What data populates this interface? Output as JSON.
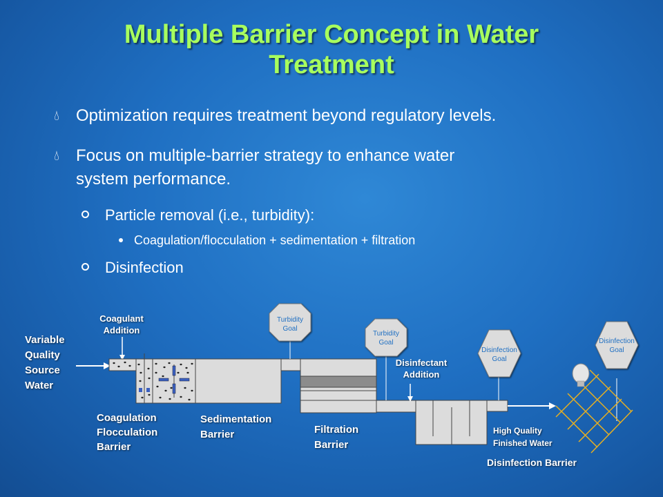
{
  "slide": {
    "title_line1": "Multiple Barrier Concept in Water",
    "title_line2": "Treatment",
    "bullets": [
      "Optimization requires treatment beyond regulatory levels.",
      "Focus on multiple-barrier strategy to enhance water",
      "system performance."
    ],
    "sub_bullets": {
      "particle": "Particle removal (i.e., turbidity):",
      "coag_list": "Coagulation/flocculation + sedimentation + filtration",
      "disinfection": "Disinfection"
    }
  },
  "diagram": {
    "source": [
      "Variable",
      "Quality",
      "Source",
      "Water"
    ],
    "coagulant": [
      "Coagulant",
      "Addition"
    ],
    "turbidity_goal_1": [
      "Turbidity",
      "Goal"
    ],
    "turbidity_goal_2": [
      "Turbidity",
      "Goal"
    ],
    "disinfectant": [
      "Disinfectant",
      "Addition"
    ],
    "disinfection_goal_1": [
      "Disinfection",
      "Goal"
    ],
    "disinfection_goal_2": [
      "Disinfection",
      "Goal"
    ],
    "coag_barrier": [
      "Coagulation",
      "Flocculation",
      "Barrier"
    ],
    "sed_barrier": [
      "Sedimentation",
      "Barrier"
    ],
    "filt_barrier": [
      "Filtration",
      "Barrier"
    ],
    "finished": [
      "High Quality",
      "Finished Water"
    ],
    "disinfection_barrier": "Disinfection Barrier",
    "colors": {
      "title": "#a8ff5e",
      "background": "#1f6fc2",
      "tank": "#dcdcdc",
      "grid": "#e8b020"
    }
  }
}
